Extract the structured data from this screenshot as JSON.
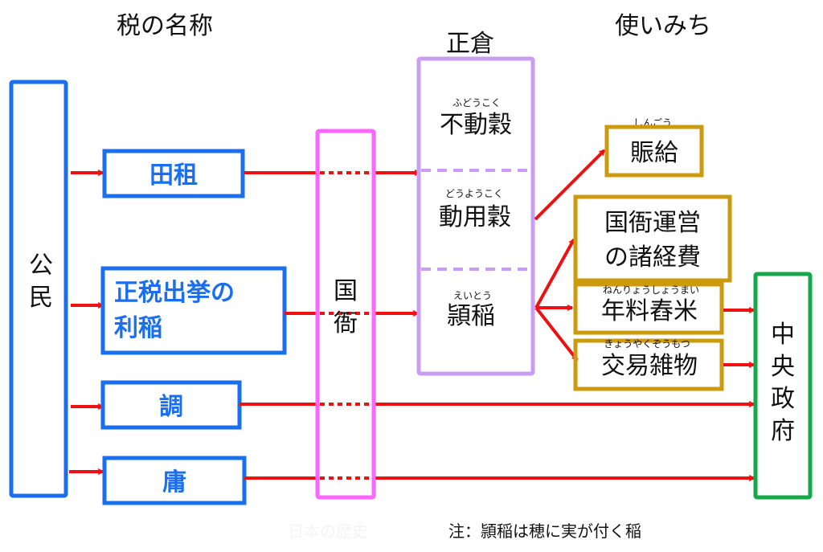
{
  "headers": {
    "tax_names": "税の名称",
    "granary": "正倉",
    "uses": "使いみち"
  },
  "payer": {
    "label_lines": [
      "公",
      "民"
    ]
  },
  "taxes": [
    {
      "id": "denso",
      "lines": [
        "田租"
      ]
    },
    {
      "id": "suiko",
      "lines": [
        "正税出挙の",
        "利稲"
      ]
    },
    {
      "id": "cho",
      "lines": [
        "調"
      ]
    },
    {
      "id": "yo",
      "lines": [
        "庸"
      ]
    }
  ],
  "kokuga": {
    "label_lines": [
      "国",
      "衙"
    ]
  },
  "granary_sections": [
    {
      "ruby": "ふどうこく",
      "label": "不動穀"
    },
    {
      "ruby": "どうようこく",
      "label": "動用穀"
    },
    {
      "ruby": "えいとう",
      "label": "頴稲"
    }
  ],
  "uses": [
    {
      "ruby": "しんごう",
      "lines": [
        "賑給"
      ]
    },
    {
      "ruby": "",
      "lines": [
        "国衙運営",
        "の諸経費"
      ]
    },
    {
      "ruby": "ねんりょうしょうまい",
      "lines": [
        "年料舂米"
      ]
    },
    {
      "ruby": "きょうやくぞうもつ",
      "lines": [
        "交易雑物"
      ]
    }
  ],
  "central_gov": {
    "label_lines": [
      "中",
      "央",
      "政",
      "府"
    ]
  },
  "note": "注：頴稲は穂に実が付く稲",
  "watermark": "日本の歴史",
  "colors": {
    "blue": "#1a6ef0",
    "magenta": "#ff66ff",
    "lavender": "#c99cf5",
    "gold": "#cc9a0e",
    "green": "#14a84a",
    "arrow": "#ee1111"
  }
}
